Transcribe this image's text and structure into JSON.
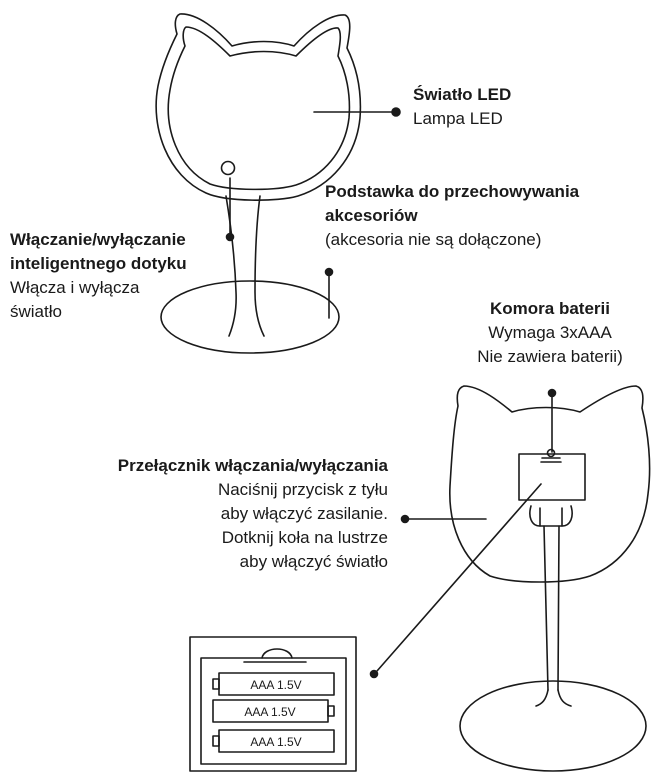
{
  "labels": {
    "led": {
      "title": "Światło LED",
      "subtitle": "Lampa LED"
    },
    "tray": {
      "title_line1": "Podstawka do przechowywania",
      "title_line2": "akcesoriów",
      "note": "(akcesoria nie są dołączone)"
    },
    "touch": {
      "title_line1": "Włączanie/wyłączanie",
      "title_line2": "inteligentnego dotyku",
      "desc_line1": "Włącza i wyłącza",
      "desc_line2": "światło"
    },
    "battery_compartment": {
      "title": "Komora baterii",
      "line1": "Wymaga 3xAAA",
      "line2": "Nie zawiera baterii)"
    },
    "power_switch": {
      "title": "Przełącznik włączania/wyłączania",
      "line1": "Naciśnij przycisk z tyłu",
      "line2": "aby włączyć zasilanie.",
      "line3": "Dotknij koła na lustrze",
      "line4": "aby włączyć światło"
    }
  },
  "batteries": [
    "AAA 1.5V",
    "AAA 1.5V",
    "AAA 1.5V"
  ],
  "colors": {
    "stroke": "#1a1a1a",
    "background": "#ffffff"
  }
}
